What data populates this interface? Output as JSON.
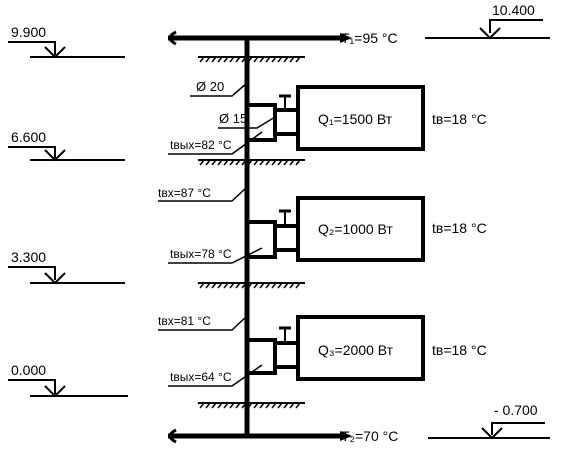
{
  "levels": {
    "l9900": "9.900",
    "l6600": "6.600",
    "l3300": "3.300",
    "l0000": "0.000",
    "l10400": "10.400",
    "lm0700": "- 0.700"
  },
  "mains": {
    "supply": "T₁=95 °C",
    "return": "T₂=70 °C"
  },
  "pipes": {
    "d_riser": "Ø 20",
    "d_branch": "Ø 15"
  },
  "floors": [
    {
      "q": "Q₁=1500 Вт",
      "tv": "tв=18 °C",
      "t_in": "",
      "t_out": "tвых=82 °C"
    },
    {
      "q": "Q₂=1000 Вт",
      "tv": "tв=18 °C",
      "t_in": "tвх=87 °C",
      "t_out": "tвых=78 °C"
    },
    {
      "q": "Q₃=2000 Вт",
      "tv": "tв=18 °C",
      "t_in": "tвх=81 °C",
      "t_out": "tвых=64 °C"
    }
  ],
  "colors": {
    "ink": "#000000",
    "paper": "#ffffff"
  }
}
